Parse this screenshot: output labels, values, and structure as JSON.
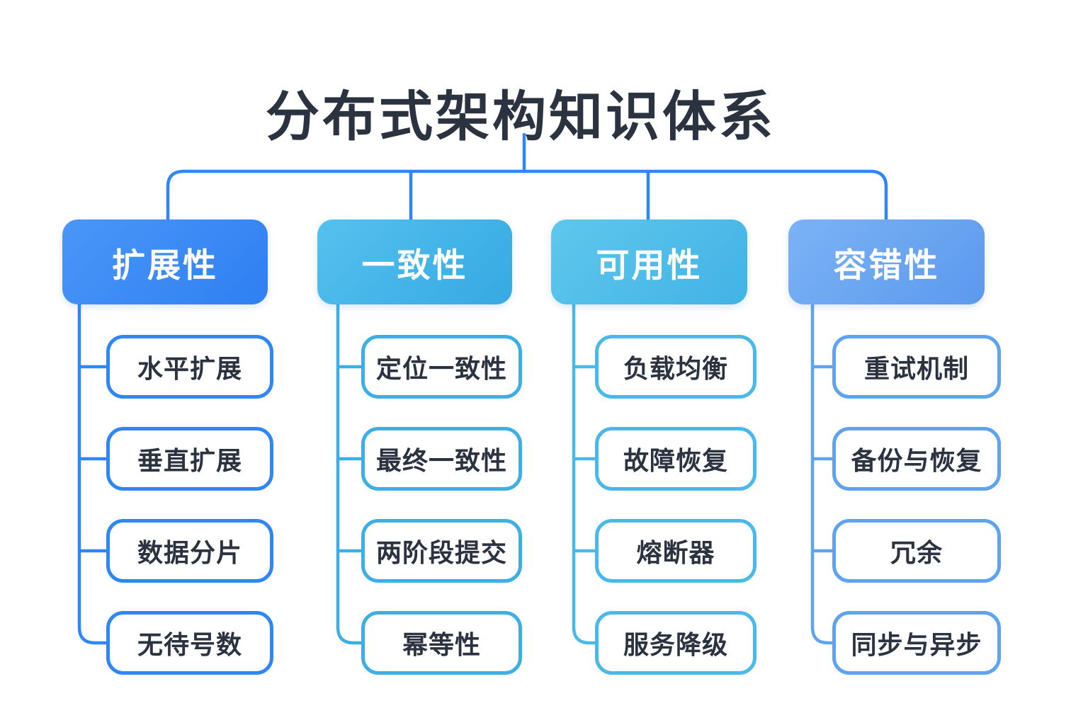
{
  "title": "分布式架构知识体系",
  "colors": {
    "background": "#ffffff",
    "title_text": "#2b3240",
    "child_text": "#2b3240",
    "top_connector": "#2f86f7"
  },
  "branches": [
    {
      "label": "扩展性",
      "gradient_start": "#4a97f8",
      "gradient_end": "#2e7ff2",
      "line_color": "#2f86f7",
      "children": [
        "水平扩展",
        "垂直扩展",
        "数据分片",
        "无待号数"
      ]
    },
    {
      "label": "一致性",
      "gradient_start": "#54c2ee",
      "gradient_end": "#36a9e3",
      "line_color": "#3bb0e7",
      "children": [
        "定位一致性",
        "最终一致性",
        "两阶段提交",
        "幂等性"
      ]
    },
    {
      "label": "可用性",
      "gradient_start": "#5fc7ec",
      "gradient_end": "#41b3e6",
      "line_color": "#49b9e9",
      "children": [
        "负载均衡",
        "故障恢复",
        "熔断器",
        "服务降级"
      ]
    },
    {
      "label": "容错性",
      "gradient_start": "#7bb3f4",
      "gradient_end": "#5c99ee",
      "line_color": "#5ea3f0",
      "children": [
        "重试机制",
        "备份与恢复",
        "冗余",
        "同步与异步"
      ]
    }
  ]
}
